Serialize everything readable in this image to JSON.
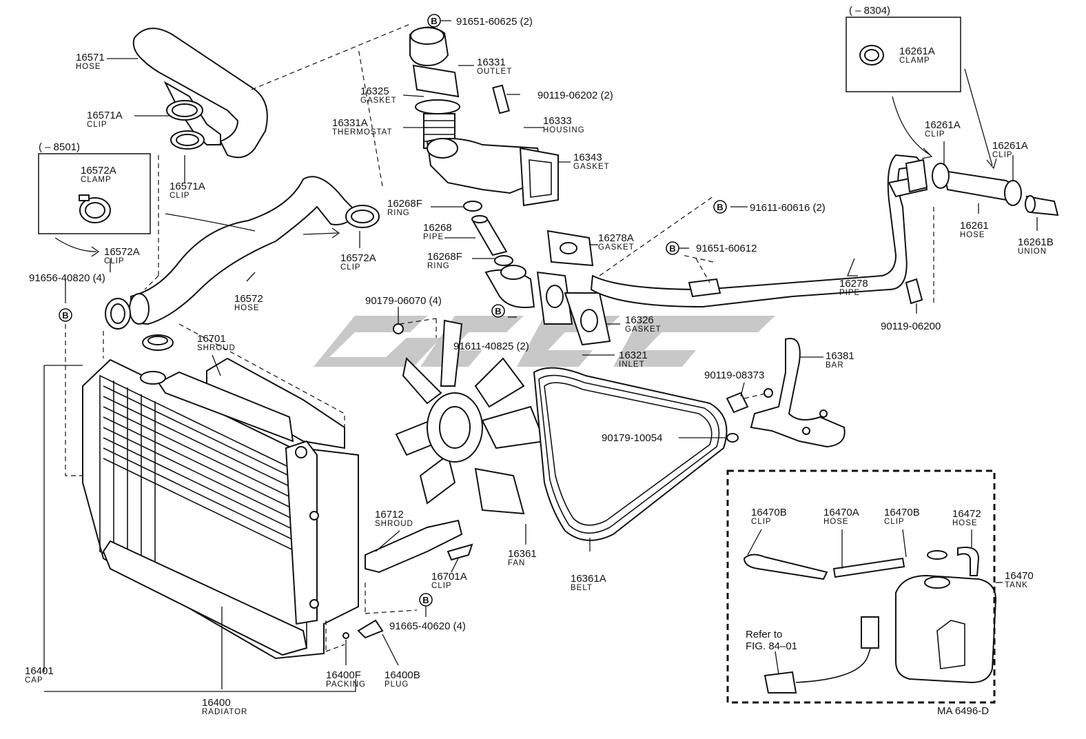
{
  "diagram": {
    "id_code": "MA 6496-D",
    "watermark": "",
    "callouts": {
      "p16571": {
        "num": "16571",
        "name": "HOSE"
      },
      "p16571A_top": {
        "num": "16571A",
        "name": "CLIP"
      },
      "p16571A_bot": {
        "num": "16571A",
        "name": "CLIP"
      },
      "p16572A_box": {
        "num": "16572A",
        "name": "CLAMP"
      },
      "p16572A_left": {
        "num": "16572A",
        "name": "CLIP"
      },
      "p16572A_mid": {
        "num": "16572A",
        "name": "CLIP"
      },
      "p16572": {
        "num": "16572",
        "name": "HOSE"
      },
      "p91656": {
        "num": "91656-40820 (4)",
        "name": ""
      },
      "p16701": {
        "num": "16701",
        "name": "SHROUD"
      },
      "p91651a": {
        "num": "91651-60625 (2)",
        "name": ""
      },
      "p16331": {
        "num": "16331",
        "name": "OUTLET"
      },
      "p16325": {
        "num": "16325",
        "name": "GASKET"
      },
      "p90119a": {
        "num": "90119-06202 (2)",
        "name": ""
      },
      "p16331A": {
        "num": "16331A",
        "name": "THERMOSTAT"
      },
      "p16333": {
        "num": "16333",
        "name": "HOUSING"
      },
      "p16343": {
        "num": "16343",
        "name": "GASKET"
      },
      "p16268F_top": {
        "num": "16268F",
        "name": "RING"
      },
      "p16268": {
        "num": "16268",
        "name": "PIPE"
      },
      "p16268F_bot": {
        "num": "16268F",
        "name": "RING"
      },
      "p90179a": {
        "num": "90179-06070 (4)",
        "name": ""
      },
      "p91611a": {
        "num": "91611-40825 (2)",
        "name": ""
      },
      "p16278A": {
        "num": "16278A",
        "name": "GASKET"
      },
      "p91611b": {
        "num": "91611-60616 (2)",
        "name": ""
      },
      "p91651b": {
        "num": "91651-60612",
        "name": ""
      },
      "p16326": {
        "num": "16326",
        "name": "GASKET"
      },
      "p16321": {
        "num": "16321",
        "name": "INLET"
      },
      "p16278": {
        "num": "16278",
        "name": "PIPE"
      },
      "p16261A_box": {
        "num": "16261A",
        "name": "CLAMP"
      },
      "p16261A_mid": {
        "num": "16261A",
        "name": "CLIP"
      },
      "p16261A_right": {
        "num": "16261A",
        "name": "CLIP"
      },
      "p16261": {
        "num": "16261",
        "name": "HOSE"
      },
      "p16261B": {
        "num": "16261B",
        "name": "UNION"
      },
      "p90119b": {
        "num": "90119-06200",
        "name": ""
      },
      "p16381": {
        "num": "16381",
        "name": "BAR"
      },
      "p90119c": {
        "num": "90119-08373",
        "name": ""
      },
      "p90179b": {
        "num": "90179-10054",
        "name": ""
      },
      "p16712": {
        "num": "16712",
        "name": "SHROUD"
      },
      "p16361": {
        "num": "16361",
        "name": "FAN"
      },
      "p16361A": {
        "num": "16361A",
        "name": "BELT"
      },
      "p16701A": {
        "num": "16701A",
        "name": "CLIP"
      },
      "p91665": {
        "num": "91665-40620 (4)",
        "name": ""
      },
      "p16401": {
        "num": "16401",
        "name": "CAP"
      },
      "p16400F": {
        "num": "16400F",
        "name": "PACKING"
      },
      "p16400B": {
        "num": "16400B",
        "name": "PLUG"
      },
      "p16400": {
        "num": "16400",
        "name": "RADIATOR"
      },
      "p16470B_a": {
        "num": "16470B",
        "name": "CLIP"
      },
      "p16470A": {
        "num": "16470A",
        "name": "HOSE"
      },
      "p16470B_b": {
        "num": "16470B",
        "name": "CLIP"
      },
      "p16472": {
        "num": "16472",
        "name": "HOSE"
      },
      "p16470": {
        "num": "16470",
        "name": "TANK"
      }
    },
    "ranges": {
      "left_box": "( – 8501)",
      "right_box": "( – 8304)"
    },
    "refer": {
      "line1": "Refer to",
      "line2": "FIG. 84–01"
    },
    "b_marker": "B"
  }
}
